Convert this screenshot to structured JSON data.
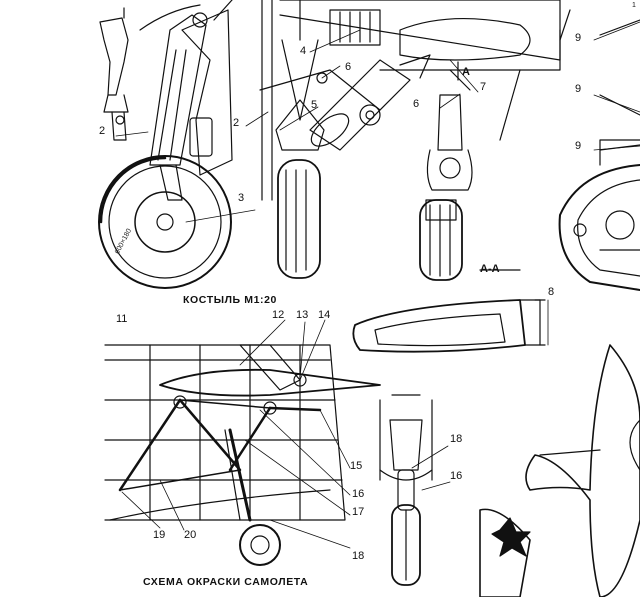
{
  "captions": {
    "tail_skid": "КОСТЫЛЬ М1:20",
    "paint_scheme": "СХЕМА ОКРАСКИ САМОЛЕТА",
    "section_aa": "А-А",
    "section_mark": "А"
  },
  "tyre_marking": "600×180",
  "callouts": [
    "1",
    "2",
    "2",
    "3",
    "4",
    "5",
    "6",
    "6",
    "7",
    "8",
    "9",
    "9",
    "9",
    "11",
    "12",
    "13",
    "14",
    "15",
    "16",
    "16",
    "17",
    "18",
    "18",
    "19",
    "20"
  ],
  "colors": {
    "ink": "#111111",
    "paper": "#ffffff"
  }
}
